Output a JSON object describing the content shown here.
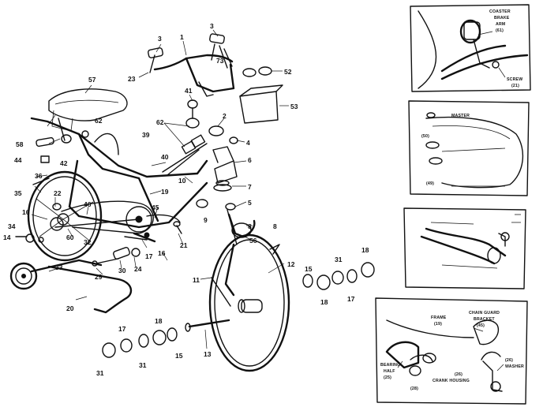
{
  "callouts": {
    "c1": "1",
    "c2": "2",
    "c3a": "3",
    "c3b": "3",
    "c4": "4",
    "c5": "5",
    "c6": "6",
    "c7": "7",
    "c8a": "8",
    "c8b": "8",
    "c9": "9",
    "c10": "10",
    "c11": "11",
    "c12": "12",
    "c13": "13",
    "c14": "14",
    "c15a": "15",
    "c15b": "15",
    "c16a": "16",
    "c16b": "16",
    "c17a": "17",
    "c17b": "17",
    "c17c": "17",
    "c18a": "18",
    "c18b": "18",
    "c18c": "18",
    "c19": "19",
    "c20": "20",
    "c21": "21",
    "c22": "22",
    "c23": "23",
    "c24": "24",
    "c29": "29",
    "c30": "30",
    "c31a": "31",
    "c31b": "31",
    "c32": "32",
    "c33": "33",
    "c34": "34",
    "c35": "35",
    "c36": "36",
    "c39": "39",
    "c40": "40",
    "c41": "41",
    "c42": "42",
    "c44": "44",
    "c45": "45",
    "c46": "46",
    "c52": "52",
    "c53": "53",
    "c56": "56",
    "c57": "57",
    "c58": "58",
    "c60": "60",
    "c62a": "62",
    "c62b": "62",
    "c73": "73"
  },
  "insets": {
    "coaster": {
      "l1": "COASTER",
      "l2": "BRAKE",
      "l3": "ARM",
      "l4": "(61)",
      "l5": "SCREW",
      "l6": "(21)"
    },
    "chain": {
      "l1": "MASTER",
      "l2": "(50)",
      "l3": "(49)"
    },
    "pedal": {
      "l1": "",
      "l2": ""
    },
    "guard": {
      "l1": "FRAME",
      "l2": "(19)",
      "l3": "CHAIN GUARD",
      "l4": "BRACKET",
      "l5": "(45)",
      "l6": "BEARING",
      "l7": "HALF",
      "l8": "(25)",
      "l9": "(28)",
      "l10": "(26)",
      "l11": "CRANK HOUSING",
      "l12": "(26)",
      "l13": "WASHER"
    }
  }
}
